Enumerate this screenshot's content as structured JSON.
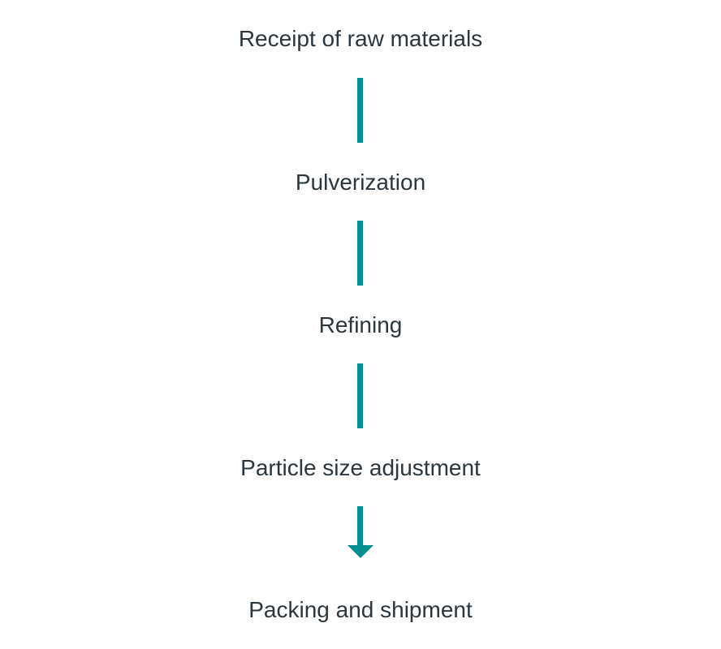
{
  "colors": {
    "accent": "#00918e",
    "text": "#2b363d"
  },
  "steps": [
    {
      "label": "Receipt of raw materials"
    },
    {
      "label": "Pulverization"
    },
    {
      "label": "Refining"
    },
    {
      "label": "Particle size adjustment"
    },
    {
      "label": "Packing and shipment"
    }
  ]
}
